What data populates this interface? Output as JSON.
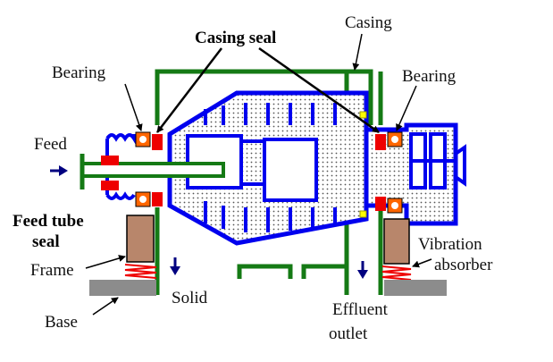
{
  "labels": {
    "casing": "Casing",
    "casing_seal": "Casing seal",
    "bearing_left": "Bearing",
    "bearing_right": "Bearing",
    "feed": "Feed",
    "feed_tube_seal_line1": "Feed tube",
    "feed_tube_seal_line2": "seal",
    "frame": "Frame",
    "base": "Base",
    "solid": "Solid",
    "effluent_line1": "Effluent",
    "effluent_line2": "outlet",
    "vibration_line1": "Vibration",
    "vibration_line2": "absorber"
  },
  "colors": {
    "casing": "#157a15",
    "bowl": "#0000ee",
    "seal": "#ee0000",
    "bearing": "#ff6600",
    "frame": "#b8866b",
    "base": "#8c8c8c",
    "spring": "#ee0000",
    "arrow": "#000080",
    "feed_tube": "#157a15",
    "port": "#ffff00"
  }
}
